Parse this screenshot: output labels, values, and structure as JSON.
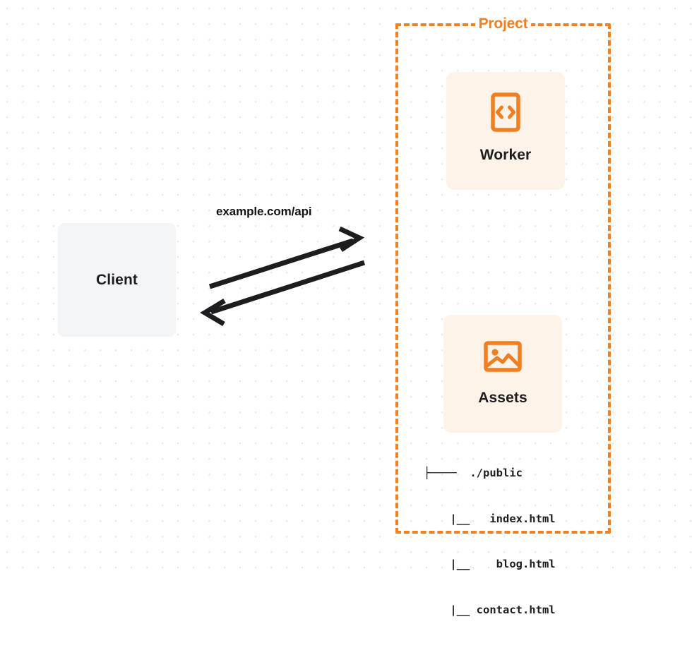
{
  "diagram": {
    "title": "Project",
    "background": "#ffffff",
    "accent_color": "#f08020",
    "card_background": "#fdf3e8",
    "client_background": "#f4f5f7",
    "text_color": "#1d1d1f"
  },
  "client": {
    "label": "Client"
  },
  "project": {
    "label": "Project",
    "cards": [
      {
        "label": "Worker",
        "icon": "code-brackets-icon"
      },
      {
        "label": "Assets",
        "icon": "image-icon"
      }
    ],
    "file_tree": [
      "├────  ./public",
      "    |__   index.html",
      "    |__    blog.html",
      "    |__ contact.html"
    ]
  },
  "connection": {
    "label": "example.com/api",
    "request_direction": "client-to-project",
    "response_direction": "project-to-client"
  }
}
